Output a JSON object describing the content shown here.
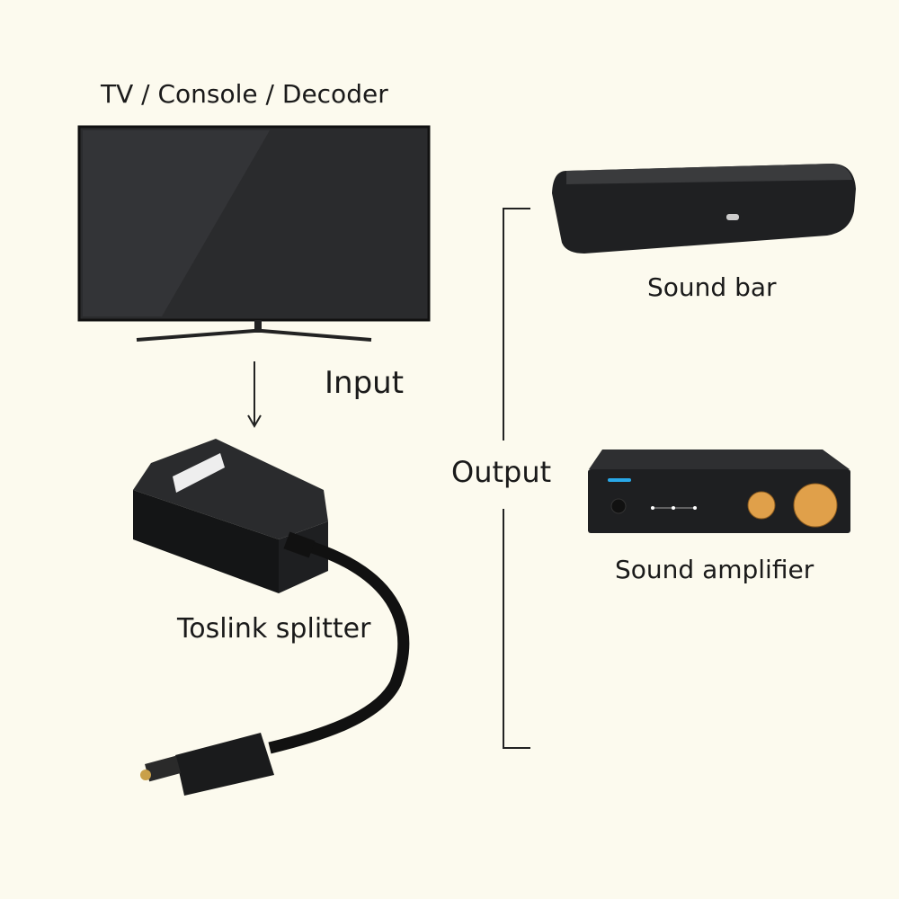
{
  "labels": {
    "source": "TV / Console / Decoder",
    "input": "Input",
    "output": "Output",
    "sound_bar": "Sound bar",
    "sound_amplifier": "Sound amplifier",
    "toslink_splitter": "Toslink splitter"
  },
  "colors": {
    "background": "#fcfaee",
    "device": "#1e1f21",
    "knob": "#e0a04a",
    "led": "#29a8e8"
  }
}
